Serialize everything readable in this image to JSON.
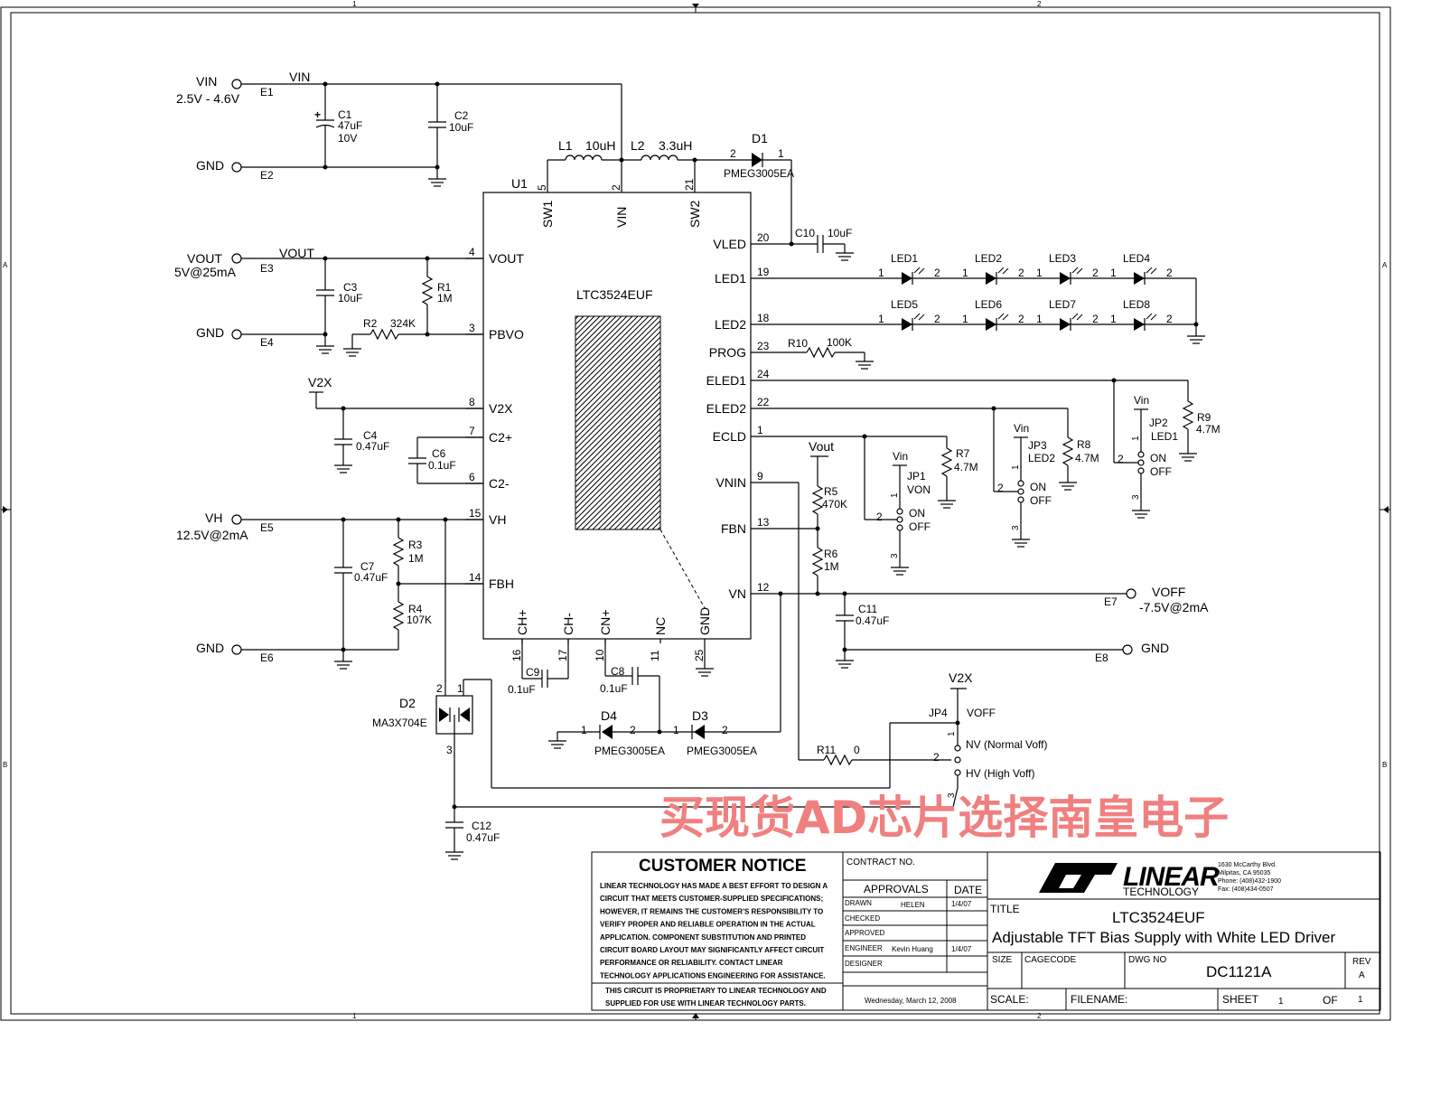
{
  "watermark": "买现货AD芯片选择南皇电子",
  "border": {
    "zone_top_1": "1",
    "zone_top_2": "2",
    "zone_left_a": "A",
    "zone_left_b": "B",
    "zone_right_a": "A",
    "zone_right_b": "B",
    "zone_bottom_1": "1",
    "zone_bottom_2": "2"
  },
  "terminals": {
    "vin": {
      "name": "VIN",
      "spec": "2.5V - 4.6V",
      "ref": "E1",
      "net": "VIN"
    },
    "gnd1": {
      "name": "GND",
      "ref": "E2"
    },
    "vout": {
      "name": "VOUT",
      "spec": "5V@25mA",
      "ref": "E3",
      "net": "VOUT"
    },
    "gnd2": {
      "name": "GND",
      "ref": "E4"
    },
    "vh": {
      "name": "VH",
      "spec": "12.5V@2mA",
      "ref": "E5"
    },
    "gnd3": {
      "name": "GND",
      "ref": "E6"
    },
    "voff": {
      "name": "VOFF",
      "spec": "-7.5V@2mA",
      "ref": "E7"
    },
    "gnd4": {
      "name": "GND",
      "ref": "E8"
    }
  },
  "nets": {
    "v2x": "V2X",
    "v2x_2": "V2X",
    "vout_net": "Vout",
    "vin_a": "Vin",
    "vin_b": "Vin",
    "vin_c": "Vin"
  },
  "ic": {
    "ref": "U1",
    "part": "LTC3524EUF",
    "left_pins": [
      {
        "num": "4",
        "name": "VOUT"
      },
      {
        "num": "3",
        "name": "PBVO"
      },
      {
        "num": "8",
        "name": "V2X"
      },
      {
        "num": "7",
        "name": "C2+"
      },
      {
        "num": "6",
        "name": "C2-"
      },
      {
        "num": "15",
        "name": "VH"
      },
      {
        "num": "14",
        "name": "FBH"
      }
    ],
    "right_pins": [
      {
        "num": "20",
        "name": "VLED"
      },
      {
        "num": "19",
        "name": "LED1"
      },
      {
        "num": "18",
        "name": "LED2"
      },
      {
        "num": "23",
        "name": "PROG"
      },
      {
        "num": "24",
        "name": "ELED1"
      },
      {
        "num": "22",
        "name": "ELED2"
      },
      {
        "num": "1",
        "name": "ECLD"
      },
      {
        "num": "9",
        "name": "VNIN"
      },
      {
        "num": "13",
        "name": "FBN"
      },
      {
        "num": "12",
        "name": "VN"
      }
    ],
    "top_pins": [
      {
        "num": "5",
        "name": "SW1"
      },
      {
        "num": "2",
        "name": "VIN"
      },
      {
        "num": "21",
        "name": "SW2"
      }
    ],
    "bottom_pins": [
      {
        "num": "16",
        "name": "CH+"
      },
      {
        "num": "17",
        "name": "CH-"
      },
      {
        "num": "10",
        "name": "CN+"
      },
      {
        "num": "11",
        "name": "NC"
      },
      {
        "num": "25",
        "name": "GND"
      }
    ]
  },
  "components": {
    "c1": {
      "ref": "C1",
      "value": "47uF",
      "value2": "10V"
    },
    "c2": {
      "ref": "C2",
      "value": "10uF"
    },
    "c3": {
      "ref": "C3",
      "value": "10uF"
    },
    "c4": {
      "ref": "C4",
      "value": "0.47uF"
    },
    "c6": {
      "ref": "C6",
      "value": "0.1uF"
    },
    "c7": {
      "ref": "C7",
      "value": "0.47uF"
    },
    "c8": {
      "ref": "C8",
      "value": "0.1uF"
    },
    "c9": {
      "ref": "C9",
      "value": "0.1uF"
    },
    "c10": {
      "ref": "C10",
      "value": "10uF"
    },
    "c11": {
      "ref": "C11",
      "value": "0.47uF"
    },
    "c12": {
      "ref": "C12",
      "value": "0.47uF"
    },
    "l1": {
      "ref": "L1",
      "value": "10uH"
    },
    "l2": {
      "ref": "L2",
      "value": "3.3uH"
    },
    "d1": {
      "ref": "D1",
      "value": "PMEG3005EA",
      "pin_a": "2",
      "pin_k": "1"
    },
    "d2": {
      "ref": "D2",
      "value": "MA3X704E",
      "pin1": "1",
      "pin2": "2",
      "pin3": "3"
    },
    "d3": {
      "ref": "D3",
      "value": "PMEG3005EA",
      "pin_a": "1",
      "pin_k": "2"
    },
    "d4": {
      "ref": "D4",
      "value": "PMEG3005EA",
      "pin_a": "1",
      "pin_k": "2"
    },
    "r1": {
      "ref": "R1",
      "value": "1M"
    },
    "r2": {
      "ref": "R2",
      "value": "324K"
    },
    "r3": {
      "ref": "R3",
      "value": "1M"
    },
    "r4": {
      "ref": "R4",
      "value": "107K"
    },
    "r5": {
      "ref": "R5",
      "value": "470K"
    },
    "r6": {
      "ref": "R6",
      "value": "1M"
    },
    "r7": {
      "ref": "R7",
      "value": "4.7M"
    },
    "r8": {
      "ref": "R8",
      "value": "4.7M"
    },
    "r9": {
      "ref": "R9",
      "value": "4.7M"
    },
    "r10": {
      "ref": "R10",
      "value": "100K"
    },
    "r11": {
      "ref": "R11",
      "value": "0"
    }
  },
  "leds": [
    "LED1",
    "LED2",
    "LED3",
    "LED4",
    "LED5",
    "LED6",
    "LED7",
    "LED8"
  ],
  "led_pin_a": "1",
  "led_pin_k": "2",
  "jumpers": {
    "jp1": {
      "ref": "JP1",
      "func": "VON",
      "on": "ON",
      "off": "OFF",
      "p1": "1",
      "p2": "2",
      "p3": "3"
    },
    "jp2": {
      "ref": "JP2",
      "func": "LED1",
      "on": "ON",
      "off": "OFF",
      "p1": "1",
      "p2": "2",
      "p3": "3"
    },
    "jp3": {
      "ref": "JP3",
      "func": "LED2",
      "on": "ON",
      "off": "OFF",
      "p1": "1",
      "p2": "2",
      "p3": "3"
    },
    "jp4": {
      "ref": "JP4",
      "func": "VOFF",
      "nv": "NV (Normal Voff)",
      "hv": "HV (High Voff)",
      "p1": "1",
      "p2": "2",
      "p3": "3"
    }
  },
  "title_block": {
    "notice_title": "CUSTOMER NOTICE",
    "notice_lines": [
      "LINEAR TECHNOLOGY HAS MADE A BEST EFFORT TO DESIGN A",
      "CIRCUIT THAT MEETS CUSTOMER-SUPPLIED SPECIFICATIONS;",
      "HOWEVER, IT REMAINS THE CUSTOMER'S RESPONSIBILITY TO",
      "VERIFY PROPER AND RELIABLE OPERATION IN THE ACTUAL",
      "APPLICATION.  COMPONENT SUBSTITUTION AND PRINTED",
      "CIRCUIT BOARD LAYOUT MAY SIGNIFICANTLY AFFECT CIRCUIT",
      "PERFORMANCE OR RELIABILITY.  CONTACT LINEAR",
      "TECHNOLOGY APPLICATIONS ENGINEERING FOR ASSISTANCE."
    ],
    "proprietary_lines": [
      "THIS CIRCUIT IS PROPRIETARY TO LINEAR TECHNOLOGY AND",
      "SUPPLIED FOR USE WITH LINEAR TECHNOLOGY PARTS."
    ],
    "contract_no": "CONTRACT NO.",
    "approvals": "APPROVALS",
    "date_hdr": "DATE",
    "drawn_lbl": "DRAWN",
    "drawn_name": "HELEN",
    "drawn_date": "1/4/07",
    "checked_lbl": "CHECKED",
    "approved_lbl": "APPROVED",
    "engineer_lbl": "ENGINEER",
    "engineer_name": "Kevin Huang",
    "engineer_date": "1/4/07",
    "designer_lbl": "DESIGNER",
    "print_date": "Wednesday, March 12, 2008",
    "company_logo": "LINEAR",
    "company_sub": "TECHNOLOGY",
    "address": [
      "1630 McCarthy Blvd.",
      "Milpitas, CA 95035",
      "Phone: (408)432-1900",
      "Fax: (408)434-0507"
    ],
    "title_lbl": "TITLE",
    "title_part": "LTC3524EUF",
    "title_desc": "Adjustable TFT Bias Supply with White LED Driver",
    "size_lbl": "SIZE",
    "cage_lbl": "CAGECODE",
    "dwg_lbl": "DWG NO",
    "dwg_no": "DC1121A",
    "rev_lbl": "REV",
    "rev": "A",
    "scale_lbl": "SCALE:",
    "filename_lbl": "FILENAME:",
    "sheet_lbl": "SHEET",
    "sheet_no": "1",
    "of_lbl": "OF",
    "sheet_total": "1"
  }
}
